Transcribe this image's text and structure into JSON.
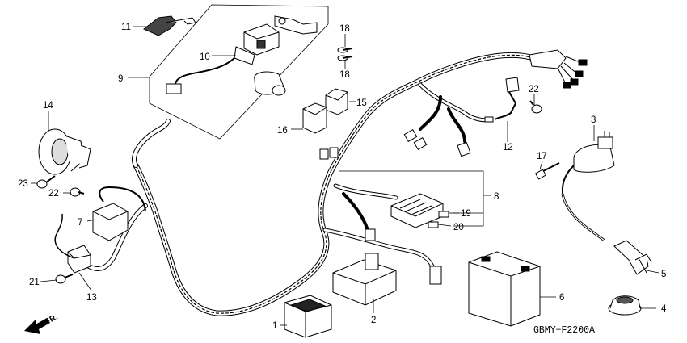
{
  "diagram": {
    "code": "GBMY−F2200A",
    "front_marker": "FR.",
    "callouts": [
      "1",
      "2",
      "3",
      "4",
      "5",
      "6",
      "7",
      "8",
      "9",
      "10",
      "11",
      "12",
      "13",
      "14",
      "15",
      "16",
      "17",
      "18",
      "18",
      "19",
      "20",
      "21",
      "22",
      "22",
      "23"
    ]
  }
}
